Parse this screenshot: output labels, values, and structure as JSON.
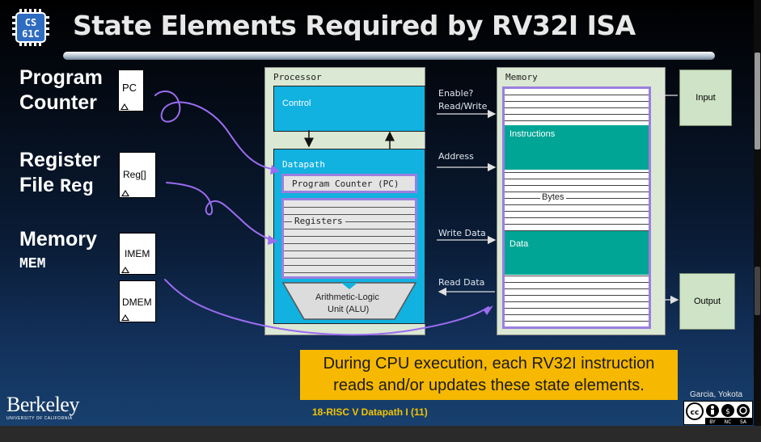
{
  "slide": {
    "title": "State Elements Required by RV32I ISA",
    "logo_text_top": "CS",
    "logo_text_bottom": "61C",
    "labels": {
      "program": "Program",
      "counter": "Counter",
      "register": "Register",
      "file": "File",
      "reg_mono": "Reg",
      "memory": "Memory",
      "mem_mono": "MEM"
    },
    "boxes": {
      "pc": "PC",
      "reg": "Reg[]",
      "imem": "IMEM",
      "dmem": "DMEM"
    },
    "processor": {
      "title": "Processor",
      "control": "Control",
      "datapath": "Datapath",
      "program_counter": "Program Counter (PC)",
      "registers": "Registers",
      "alu_line1": "Arithmetic-Logic",
      "alu_line2": "Unit (ALU)"
    },
    "signals": {
      "enable": "Enable?",
      "read_write": "Read/Write",
      "address": "Address",
      "write_data": "Write Data",
      "read_data": "Read Data"
    },
    "memory": {
      "title": "Memory",
      "instructions": "Instructions",
      "bytes": "Bytes",
      "data": "Data"
    },
    "io": {
      "input": "Input",
      "output": "Output"
    },
    "callout_line1": "During CPU execution, each RV32I instruction",
    "callout_line2": "reads and/or updates these state elements.",
    "footer": "18-RISC V Datapath I (11)",
    "credit": "Garcia, Yokota",
    "university": "Berkeley",
    "university_sub": "UNIVERSITY OF CALIFORNIA",
    "license": {
      "cc": "cc",
      "by": "BY",
      "nc": "NC",
      "sa": "SA"
    }
  },
  "colors": {
    "control_blue": "#11b1e0",
    "teal": "#00a595",
    "purple": "#9a7fe0",
    "callout": "#f6b800",
    "footer_text": "#f3c400",
    "panel_green": "#dbe8d3"
  }
}
